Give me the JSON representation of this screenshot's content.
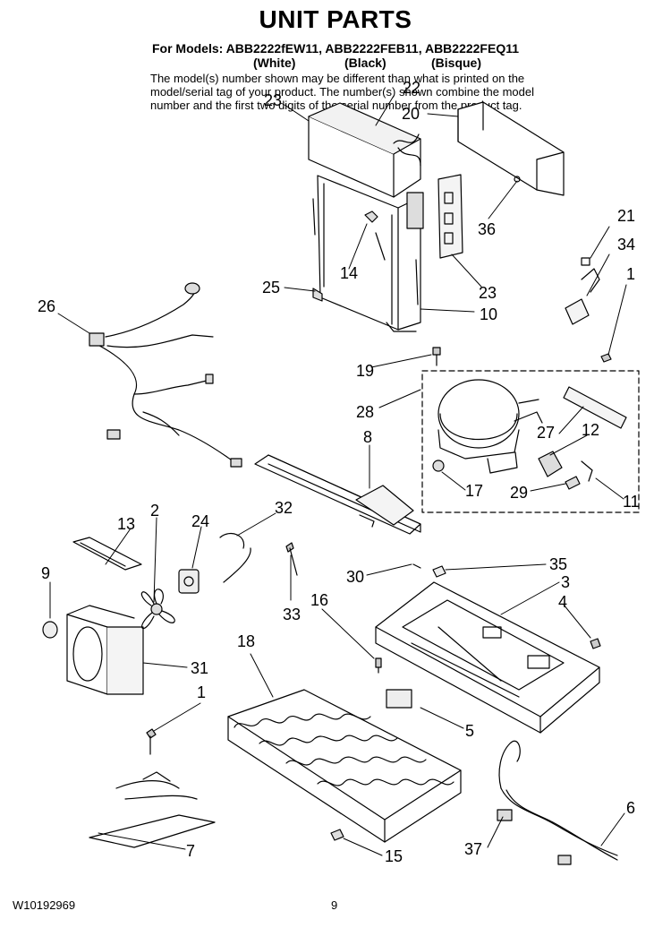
{
  "header": {
    "title": "UNIT PARTS",
    "models_line": "For Models: ABB2222fEW11, ABB2222FEB11, ABB2222FEQ11",
    "colors": [
      "(White)",
      "(Black)",
      "(Bisque)"
    ],
    "note": "The model(s) number shown may be different than what is printed on the model/serial tag of your product. The number(s) shown combine the model number and the first two digits of the serial number from the product tag."
  },
  "callouts": [
    "22",
    "23",
    "20",
    "36",
    "21",
    "34",
    "1",
    "14",
    "25",
    "23",
    "10",
    "26",
    "19",
    "28",
    "27",
    "12",
    "8",
    "17",
    "29",
    "11",
    "2",
    "24",
    "13",
    "32",
    "9",
    "30",
    "35",
    "3",
    "33",
    "16",
    "4",
    "18",
    "31",
    "1",
    "5",
    "6",
    "7",
    "37",
    "15"
  ],
  "footer": {
    "doc_number": "W10192969",
    "page": "9"
  }
}
